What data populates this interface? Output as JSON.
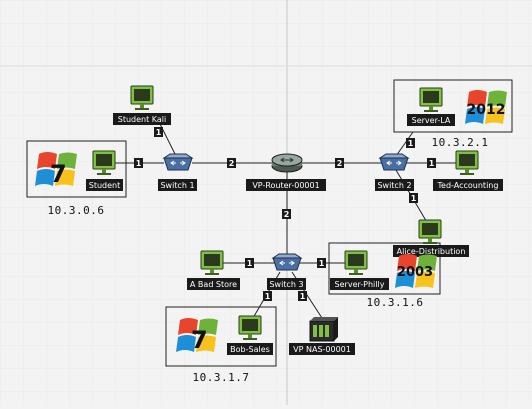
{
  "colors": {
    "background": "#f3f3f3",
    "grid": "#e2e2e2",
    "axis": "#c8c8c8",
    "link": "#222222",
    "label_bg": "#1a1a1a",
    "label_text": "#ffffff",
    "monitor_green": "#7fc241",
    "monitor_dark": "#2b3a1c",
    "win_red": "#e8452c",
    "win_green": "#6fb23b",
    "win_blue": "#1e8fd6",
    "win_yellow": "#f6c21b",
    "switch_blue": "#4a6fa5",
    "router_gray": "#9aa7a0"
  },
  "nodes": {
    "student_kali": {
      "label": "Student Kali",
      "icon": "monitor-icon"
    },
    "student": {
      "label": "Student",
      "icon": "monitor-icon"
    },
    "switch1": {
      "label": "Switch 1",
      "icon": "switch-icon"
    },
    "router": {
      "label": "VP-Router-00001",
      "icon": "router-icon"
    },
    "switch2": {
      "label": "Switch 2",
      "icon": "switch-icon"
    },
    "server_la": {
      "label": "Server-LA",
      "icon": "monitor-icon"
    },
    "ted": {
      "label": "Ted-Accounting",
      "icon": "monitor-icon"
    },
    "alice": {
      "label": "Alice-Distribution",
      "icon": "monitor-icon"
    },
    "switch3": {
      "label": "Switch 3",
      "icon": "switch-icon"
    },
    "bad_store": {
      "label": "A Bad Store",
      "icon": "monitor-icon"
    },
    "server_philly": {
      "label": "Server-Philly",
      "icon": "monitor-icon"
    },
    "bob": {
      "label": "Bob-Sales",
      "icon": "monitor-icon"
    },
    "nas": {
      "label": "VP NAS-00001",
      "icon": "nas-icon"
    }
  },
  "groups": {
    "student": {
      "ip": "10.3.0.6",
      "os_badge": "7"
    },
    "server_la": {
      "ip": "10.3.2.1",
      "os_badge": "2012"
    },
    "server_philly": {
      "ip": "10.3.1.6",
      "os_badge": "2003"
    },
    "bob": {
      "ip": "10.3.1.7",
      "os_badge": "7"
    }
  },
  "ports": {
    "kali_sw1": "1",
    "student_sw1": "1",
    "sw1_router": "2",
    "router_sw2": "2",
    "sw2_serverla": "1",
    "sw2_ted": "1",
    "sw2_alice": "1",
    "router_sw3": "2",
    "sw3_badstore": "1",
    "sw3_philly": "1",
    "sw3_bob": "1",
    "sw3_nas": "1"
  }
}
